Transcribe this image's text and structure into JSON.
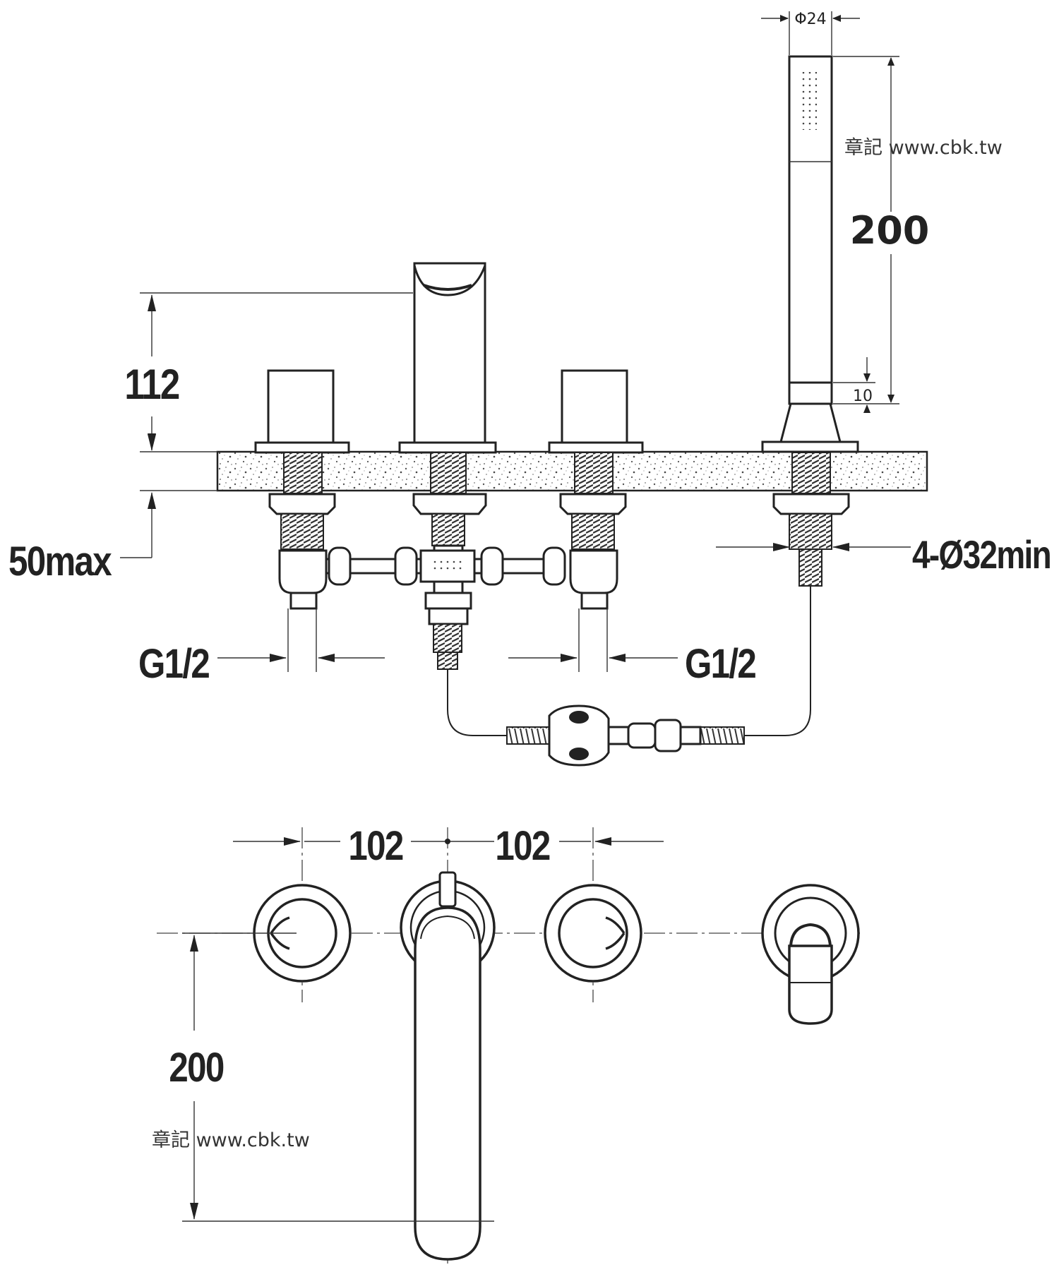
{
  "side_view": {
    "dim_shower_diameter": "Φ24",
    "dim_shower_length": "200",
    "dim_handle_gap": "10",
    "dim_spout_height": "112",
    "dim_deck_thickness": "50max",
    "dim_hole_diameter": "4-Ø32min",
    "dim_left_inlet": "G1/2",
    "dim_right_inlet": "G1/2"
  },
  "top_view": {
    "dim_spacing_left": "102",
    "dim_spacing_right": "102",
    "dim_spout_reach": "200"
  },
  "watermarks": {
    "upper": "章記 www.cbk.tw",
    "lower": "章記 www.cbk.tw"
  },
  "colors": {
    "line": "#222222",
    "background": "#ffffff"
  }
}
